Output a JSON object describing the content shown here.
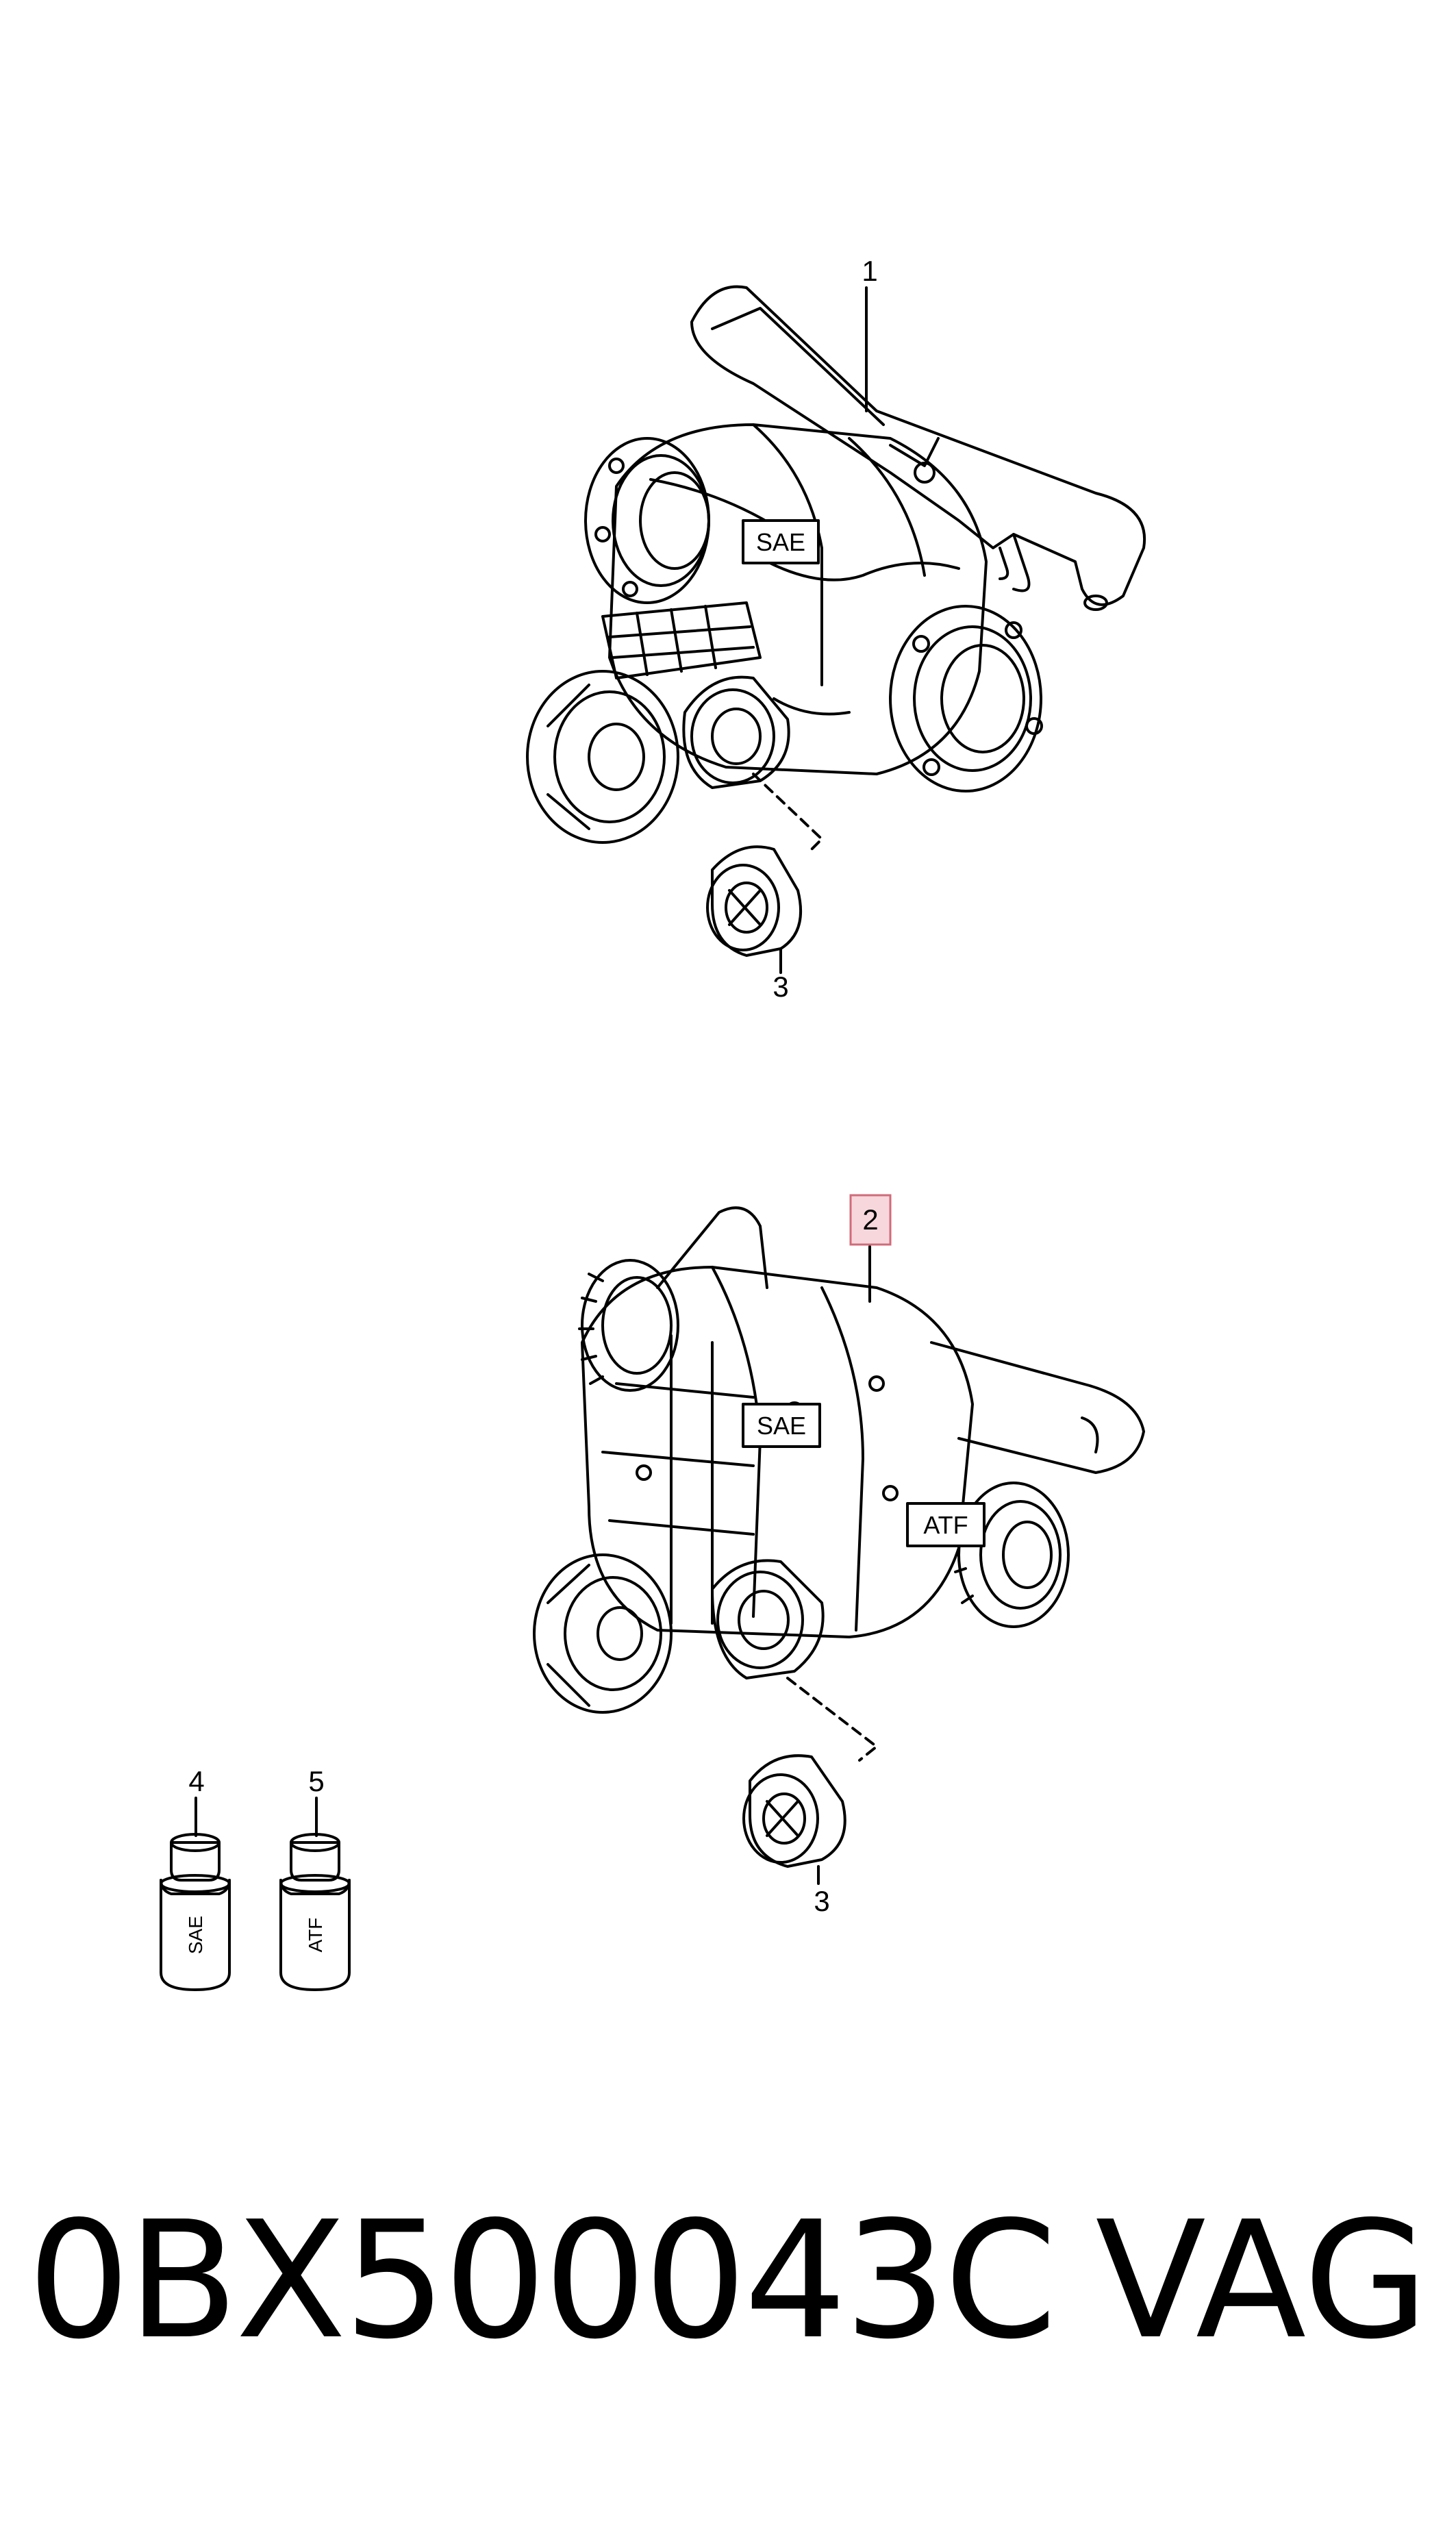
{
  "callouts": {
    "c1": "1",
    "c2": "2",
    "c3_top": "3",
    "c3_bottom": "3",
    "c4": "4",
    "c5": "5"
  },
  "labels": {
    "sae_top": "SAE",
    "sae_bottom": "SAE",
    "atf_bottom": "ATF",
    "bottle_sae": "SAE",
    "bottle_atf": "ATF"
  },
  "highlight_color": "#f7d7dc",
  "highlight_border": "#d06b7a",
  "footer": {
    "part_number": "0BX500043C",
    "brand": "VAG"
  }
}
